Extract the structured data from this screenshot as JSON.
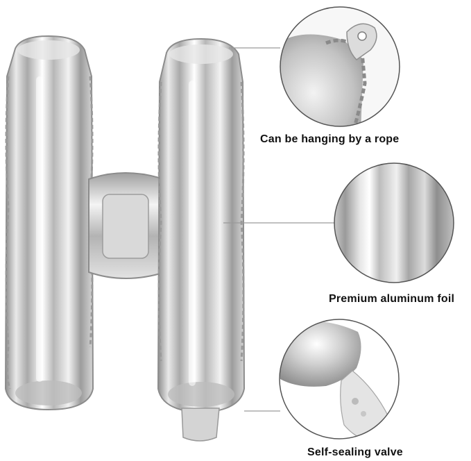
{
  "product": {
    "letter": "H",
    "foil_color": "#c9c9c9"
  },
  "callouts": [
    {
      "label": "Can be hanging by a rope"
    },
    {
      "label": "Premium aluminum foil"
    },
    {
      "label": "Self-sealing valve"
    }
  ],
  "colors": {
    "background": "#ffffff",
    "connector_line": "#9a9a9a",
    "circle_border": "#555555",
    "caption_text": "#111111"
  }
}
